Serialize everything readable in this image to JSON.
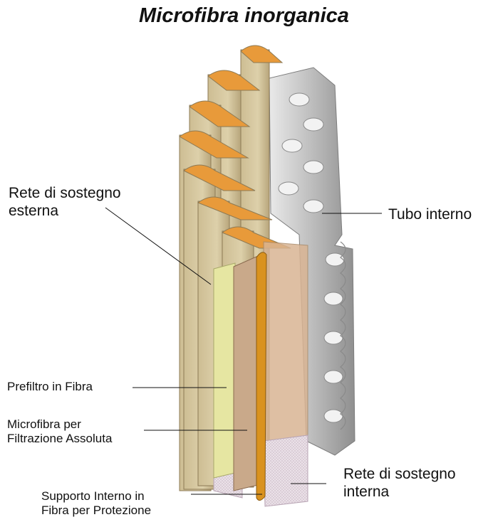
{
  "title": "Microfibra inorganica",
  "labels": {
    "outer_mesh": [
      "Rete di sostegno",
      "esterna"
    ],
    "inner_tube": "Tubo interno",
    "prefilter": "Prefiltro in Fibra",
    "microfiber": [
      "Microfibra per",
      "Filtrazione Assoluta"
    ],
    "inner_support": [
      "Supporto Interno in",
      "Fibra per Protezione"
    ],
    "inner_mesh": [
      "Rete di sostegno",
      "interna"
    ]
  },
  "colors": {
    "pleat_face": "#d8caa2",
    "pleat_inner": "#e89a3a",
    "tube": "#c9c9c9",
    "prefilter": "#e6e6a2",
    "microfiber": "#c9a98a",
    "support": "#d9921f",
    "inner_mesh": "#e8dde6"
  }
}
